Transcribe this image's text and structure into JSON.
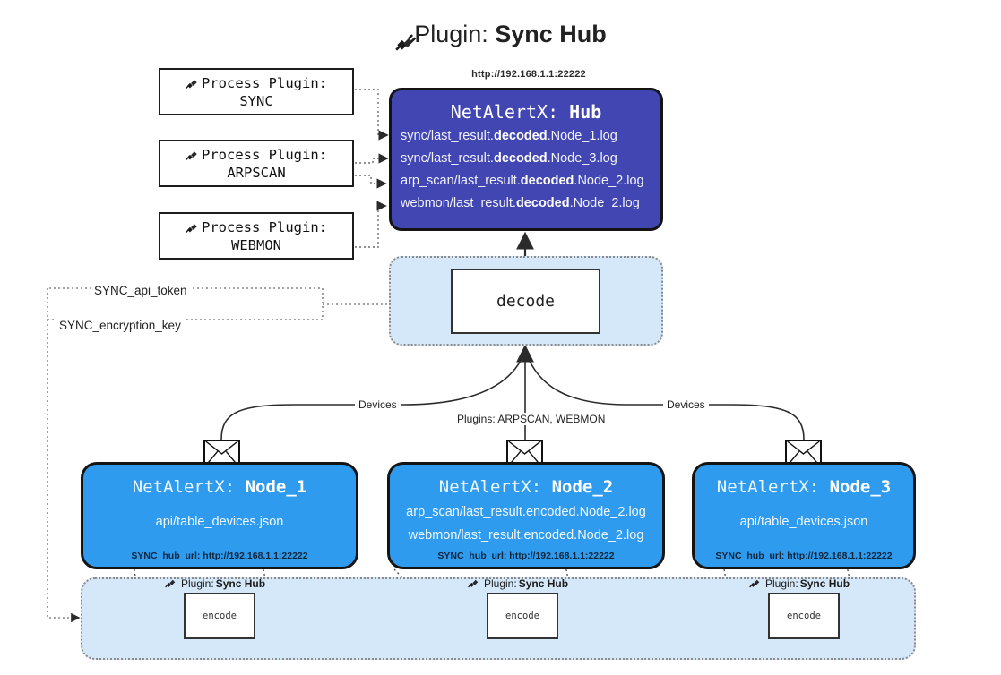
{
  "title": {
    "icon": "plug-icon",
    "prefix": "Plugin:",
    "name": "Sync Hub"
  },
  "process_plugins": [
    {
      "label": "Process Plugin:",
      "name": "SYNC",
      "icon": "plug-icon"
    },
    {
      "label": "Process Plugin:",
      "name": "ARPSCAN",
      "icon": "plug-icon"
    },
    {
      "label": "Process Plugin:",
      "name": "WEBMON",
      "icon": "plug-icon"
    }
  ],
  "hub": {
    "url": "http://192.168.1.1:22222",
    "app": "NetAlertX:",
    "name": "Hub",
    "color": "#4146b3",
    "logs": [
      {
        "pre": "sync/last_result.",
        "mid": "decoded",
        "post": ".Node_1.log"
      },
      {
        "pre": "sync/last_result.",
        "mid": "decoded",
        "post": ".Node_3.log"
      },
      {
        "pre": "arp_scan/last_result.",
        "mid": "decoded",
        "post": ".Node_2.log"
      },
      {
        "pre": "webmon/last_result.",
        "mid": "decoded",
        "post": ".Node_2.log"
      }
    ]
  },
  "decode": {
    "label": "decode",
    "zone_color": "#d5e8fa"
  },
  "keys": {
    "api_token": "SYNC_api_token",
    "encryption_key": "SYNC_encryption_key"
  },
  "edge_labels": {
    "devices_left": "Devices",
    "plugins_center": "Plugins: ARPSCAN, WEBMON",
    "devices_right": "Devices"
  },
  "nodes": [
    {
      "app": "NetAlertX:",
      "name": "Node_1",
      "color": "#2f9bee",
      "lines": [
        "api/table_devices.json"
      ],
      "footer": "SYNC_hub_url: http://192.168.1.1:22222",
      "icon": "envelope-icon"
    },
    {
      "app": "NetAlertX:",
      "name": "Node_2",
      "color": "#2f9bee",
      "lines": [
        "arp_scan/last_result.encoded.Node_2.log",
        "webmon/last_result.encoded.Node_2.log"
      ],
      "footer": "SYNC_hub_url: http://192.168.1.1:22222",
      "icon": "envelope-icon"
    },
    {
      "app": "NetAlertX:",
      "name": "Node_3",
      "color": "#2f9bee",
      "lines": [
        "api/table_devices.json"
      ],
      "footer": "SYNC_hub_url: http://192.168.1.1:22222",
      "icon": "envelope-icon"
    }
  ],
  "encode_zone": {
    "zone_color": "#d5e8fa",
    "boxes": [
      {
        "label": "encode",
        "plugin_prefix": "Plugin:",
        "plugin_name": "Sync Hub",
        "icon": "plug-icon"
      },
      {
        "label": "encode",
        "plugin_prefix": "Plugin:",
        "plugin_name": "Sync Hub",
        "icon": "plug-icon"
      },
      {
        "label": "encode",
        "plugin_prefix": "Plugin:",
        "plugin_name": "Sync Hub",
        "icon": "plug-icon"
      }
    ]
  }
}
